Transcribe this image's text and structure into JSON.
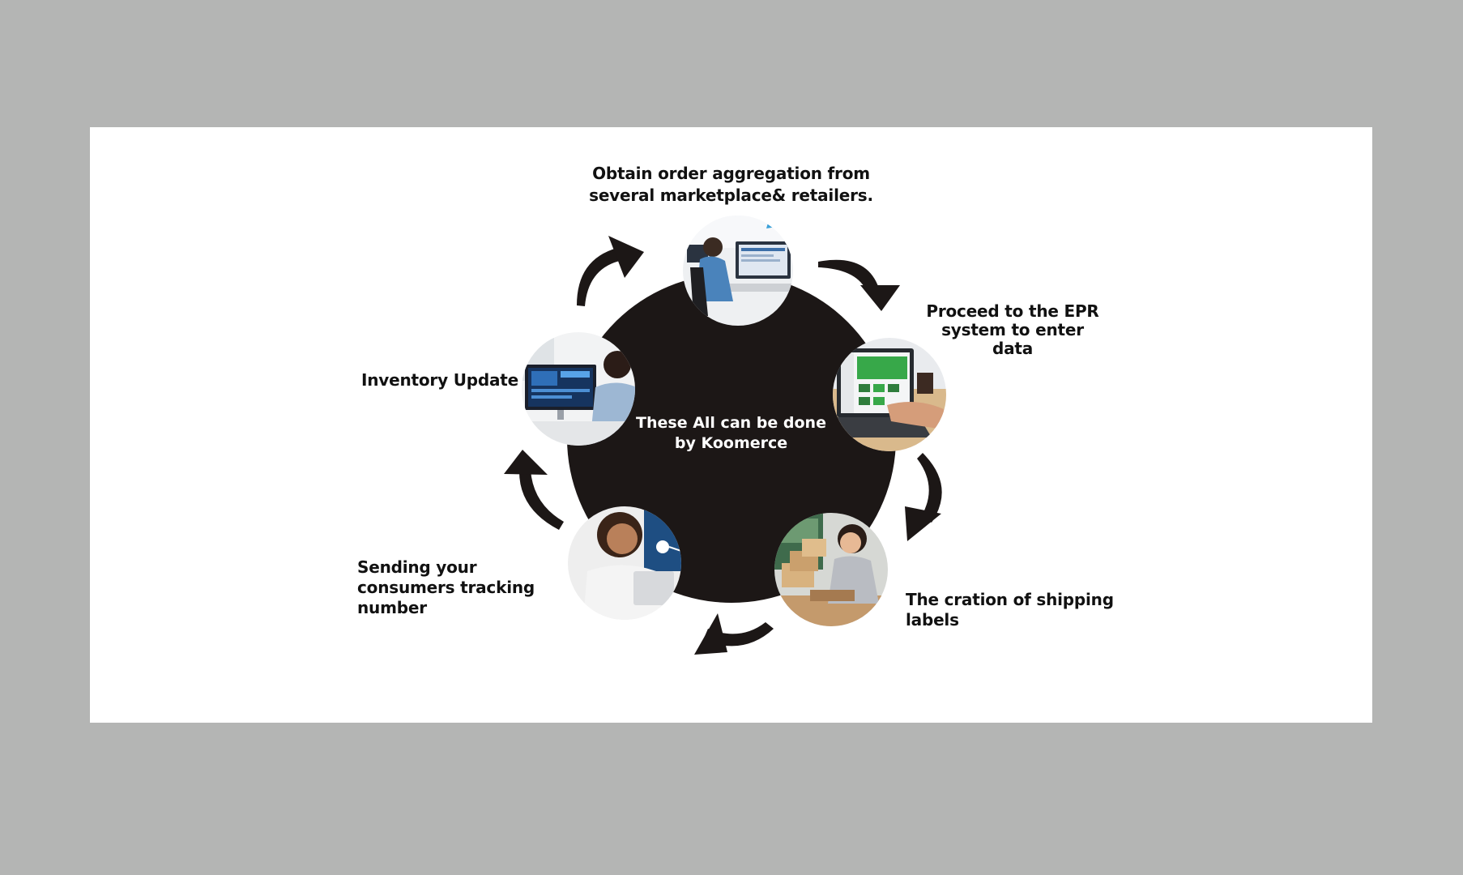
{
  "diagram": {
    "center_text": "These All can be done by Koomerce",
    "steps": [
      {
        "id": "aggregation",
        "label": "Obtain order aggregation from several marketplace& retailers.",
        "photo": "person-at-desktop-photo"
      },
      {
        "id": "epr",
        "label": "Proceed to the EPR system to enter data",
        "photo": "laptop-dashboard-photo"
      },
      {
        "id": "shipping",
        "label": "The cration of shipping labels",
        "photo": "woman-with-boxes-photo"
      },
      {
        "id": "tracking",
        "label": "Sending your consumers tracking number",
        "photo": "smiling-woman-laptop-photo"
      },
      {
        "id": "inventory",
        "label": "Inventory Update",
        "photo": "man-at-analytics-monitor-photo"
      }
    ],
    "colors": {
      "background": "#b4b5b4",
      "card": "#ffffff",
      "center_circle": "#1c1716",
      "arrows": "#1c1716",
      "text": "#111111"
    }
  }
}
